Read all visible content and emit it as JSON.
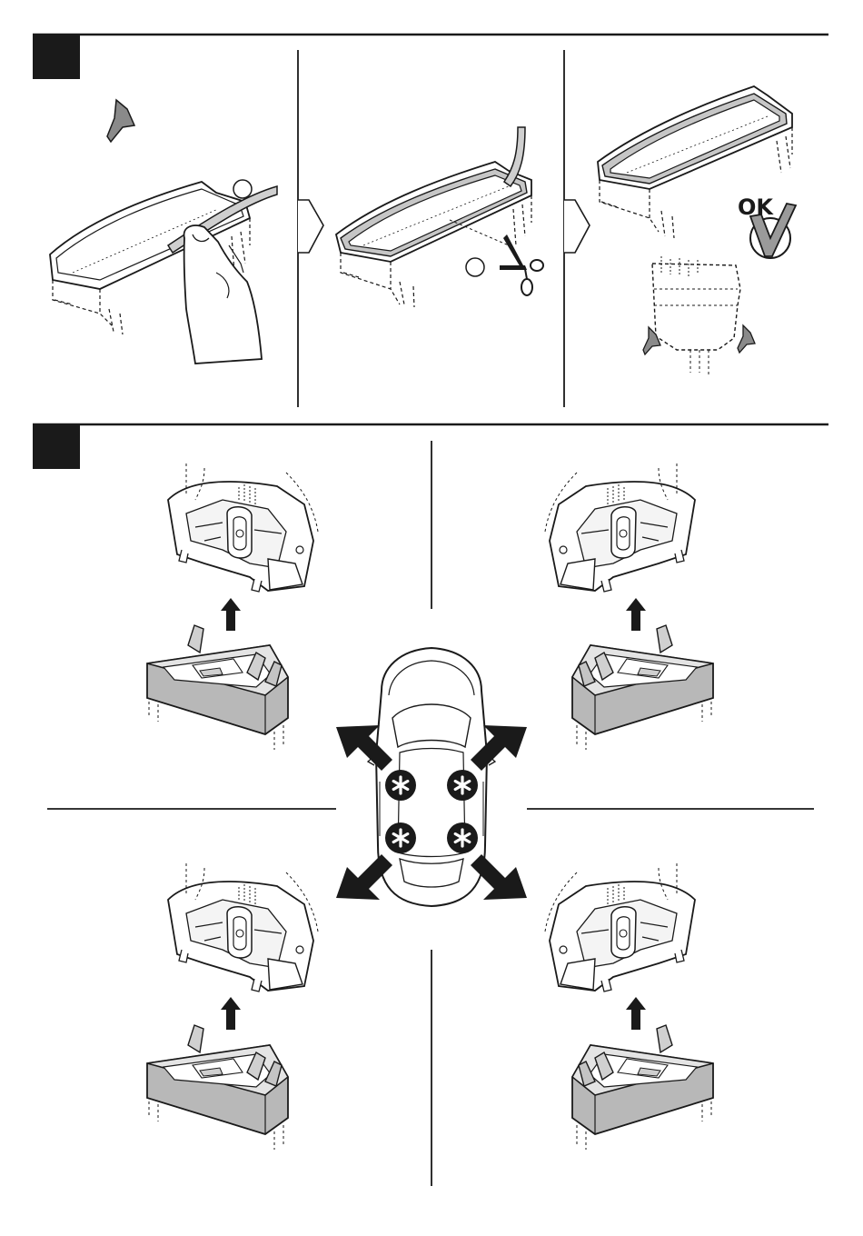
{
  "sections": [
    {
      "id": "step-a",
      "panels": [
        {
          "id": "apply-seal",
          "circle_marker": ""
        },
        {
          "id": "cut-seal",
          "circle_marker": ""
        },
        {
          "id": "result",
          "badge_text": "OK"
        }
      ]
    },
    {
      "id": "step-b",
      "quadrants": [
        "front-left",
        "front-right",
        "rear-left",
        "rear-right"
      ],
      "car_marker_symbol": "*"
    }
  ],
  "colors": {
    "ink": "#1a1a1a",
    "pad_fill": "#b8b8b8",
    "pad_top": "#e4e4e4",
    "check_fill": "#9a9a9a"
  },
  "icons": [
    "clip-icon",
    "finger-icon",
    "scissors-icon",
    "arrow-right-icon",
    "arrow-up-icon",
    "check-icon",
    "car-icon",
    "asterisk-icon"
  ]
}
